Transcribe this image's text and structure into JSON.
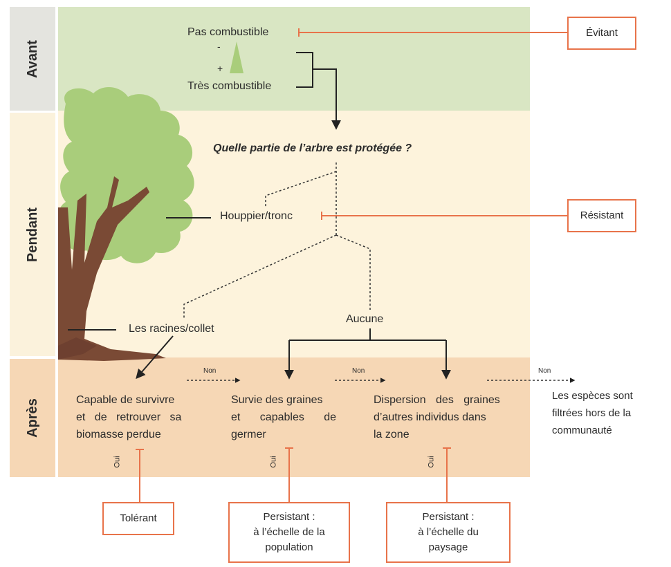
{
  "phases": {
    "avant": "Avant",
    "pendant": "Pendant",
    "apres": "Après"
  },
  "before": {
    "pas_combustible": "Pas combustible",
    "minus": "-",
    "plus": "+",
    "tres_combustible": "Très combustible"
  },
  "question": "Quelle partie de l’arbre est protégée ?",
  "parts": {
    "houppier": "Houppier/tronc",
    "racines": "Les racines/collet",
    "aucune": "Aucune"
  },
  "outcomes": {
    "survive_biomass": [
      "Capable de survivre",
      "et de retrouver sa",
      "biomasse perdue"
    ],
    "seed_survival": [
      "Survie des graines",
      "et capables de",
      "germer"
    ],
    "seed_dispersal": [
      "Dispersion des graines",
      "d’autres individus dans",
      "la zone"
    ],
    "filtered": [
      "Les espèces sont",
      "filtrées hors de la",
      "communauté"
    ]
  },
  "arrows": {
    "non_1": "Non",
    "non_2": "Non",
    "non_3": "Non",
    "oui_1": "Oui",
    "oui_2": "Oui",
    "oui_3": "Oui"
  },
  "strategies": {
    "evitant": "Évitant",
    "resistant": "Résistant",
    "tolerant": "Tolérant",
    "persistant_pop": [
      "Persistant :",
      "à l’échelle de la",
      "population"
    ],
    "persistant_pay": [
      "Persistant :",
      "à l’échelle du",
      "paysage"
    ]
  },
  "colors": {
    "avant_band": "#d9e6c3",
    "pendant_band": "#fdf3dc",
    "apres_band": "#f6d7b5",
    "phase_bar": "#e4e4df",
    "accent": "#e8734a",
    "foliage": "#a9cd7b",
    "trunk": "#7a4a35"
  }
}
